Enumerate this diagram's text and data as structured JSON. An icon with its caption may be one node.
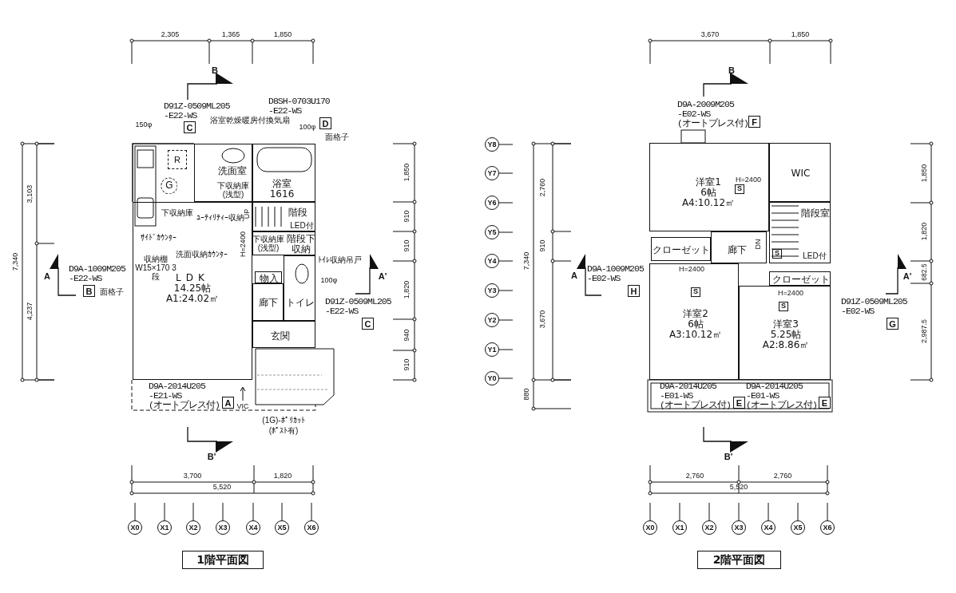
{
  "diagram": {
    "nodes": [
      {
        "text": [
          "LDK",
          "14.25帖",
          "A1:24.02㎡"
        ]
      },
      {
        "text": [
          "洗面室"
        ]
      },
      {
        "text": [
          "浴室",
          "1616"
        ]
      },
      {
        "text": [
          "階段"
        ]
      },
      {
        "text": [
          "階段下収納"
        ]
      },
      {
        "text": [
          "物入"
        ]
      },
      {
        "text": [
          "廊下"
        ]
      },
      {
        "text": [
          "トイレ"
        ]
      },
      {
        "text": [
          "玄関"
        ]
      },
      {
        "text": [
          "洋室1",
          "6帖",
          "A4:10.12㎡"
        ]
      },
      {
        "text": [
          "WIC"
        ]
      },
      {
        "text": [
          "階段室"
        ]
      },
      {
        "text": [
          "クローゼット"
        ]
      },
      {
        "text": [
          "廊下"
        ]
      },
      {
        "text": [
          "クローゼット"
        ]
      },
      {
        "text": [
          "洋室2",
          "6帖",
          "A3:10.12㎡"
        ]
      },
      {
        "text": [
          "洋室3",
          "5.25帖",
          "A2:8.86㎡"
        ]
      },
      {
        "text": [
          "C"
        ],
        "beside": [
          "D91Z-0509ML205 -E22-WS"
        ]
      },
      {
        "text": [
          "D"
        ],
        "beside": [
          "D8SH-0703U170 -E22-WS"
        ]
      },
      {
        "text": [
          "B"
        ],
        "beside": [
          "D9A-1009M205 -E22-WS"
        ]
      },
      {
        "text": [
          "C"
        ],
        "beside": [
          "D91Z-0509ML205 -E22-WS"
        ]
      },
      {
        "text": [
          "A"
        ],
        "beside": [
          "D9A-2014U205 -E21-WS (オートブレス付)"
        ]
      },
      {
        "text": [
          "F"
        ],
        "beside": [
          "D9A-2009M205 -E02-WS (オートブレス付)"
        ]
      },
      {
        "text": [
          "H"
        ],
        "beside": [
          "D9A-1009M205 -E02-WS"
        ]
      },
      {
        "text": [
          "E"
        ],
        "beside": [
          "D9A-2014U205 -E01-WS (オートブレス付)"
        ]
      },
      {
        "text": [
          "E"
        ],
        "beside": [
          "D9A-2014U205 -E01-WS (オートブレス付)"
        ]
      },
      {
        "text": [
          "G"
        ],
        "beside": [
          "D91Z-0509ML205 -E02-WS"
        ]
      },
      {
        "text": [
          "X0"
        ]
      },
      {
        "text": [
          "X1"
        ]
      },
      {
        "text": [
          "X2"
        ]
      },
      {
        "text": [
          "X3"
        ]
      },
      {
        "text": [
          "X4"
        ]
      },
      {
        "text": [
          "X5"
        ]
      },
      {
        "text": [
          "X6"
        ]
      },
      {
        "text": [
          "X0"
        ]
      },
      {
        "text": [
          "X1"
        ]
      },
      {
        "text": [
          "X2"
        ]
      },
      {
        "text": [
          "X3"
        ]
      },
      {
        "text": [
          "X4"
        ]
      },
      {
        "text": [
          "X5"
        ]
      },
      {
        "text": [
          "X6"
        ]
      },
      {
        "text": [
          "Y8"
        ]
      },
      {
        "text": [
          "Y7"
        ]
      },
      {
        "text": [
          "Y6"
        ]
      },
      {
        "text": [
          "Y5"
        ]
      },
      {
        "text": [
          "Y4"
        ]
      },
      {
        "text": [
          "Y3"
        ]
      },
      {
        "text": [
          "Y2"
        ]
      },
      {
        "text": [
          "Y1"
        ]
      },
      {
        "text": [
          "Y0"
        ]
      },
      {
        "text": [
          "1階平面図"
        ]
      },
      {
        "text": [
          "2階平面図"
        ]
      }
    ],
    "labels": [
      "2,305",
      "1,365",
      "1,850",
      "B",
      "150φ",
      "浴室乾燥暖房付換気扇",
      "100φ",
      "面格子",
      "R",
      "G",
      "3,103",
      "7,340",
      "4,237",
      "1,850",
      "910",
      "910",
      "1,820",
      "940",
      "910",
      "下収納庫(浅型)",
      "下収納庫",
      "ﾕｰﾃｨﾘﾃｨｰ収納",
      "UP",
      "LED付",
      "ｻｲﾄﾞｶｳﾝﾀｰ",
      "H=2400",
      "下収納庫(浅型)",
      "洗面収納ｶｳﾝﾀｰ",
      "収納棚 W15×170 3段",
      "ﾄｲﾚ収納吊戸",
      "A",
      "A'",
      "面格子",
      "100φ",
      "VIC",
      "(1G)-ﾎﾟﾘｶｯﾄ",
      "(ﾎﾟｽﾄ有)",
      "B'",
      "3,700",
      "1,820",
      "5,520",
      "3,670",
      "1,850",
      "B",
      "H=2400",
      "2,760",
      "1,850",
      "S",
      "1,820",
      "910",
      "DN",
      "S",
      "LED付",
      "7,340",
      "A",
      "A'",
      "H=2400",
      "682.5",
      "S",
      "H=2400",
      "S",
      "3,670",
      "2,987.5",
      "880",
      "B'",
      "2,760",
      "2,760",
      "5,520"
    ]
  }
}
